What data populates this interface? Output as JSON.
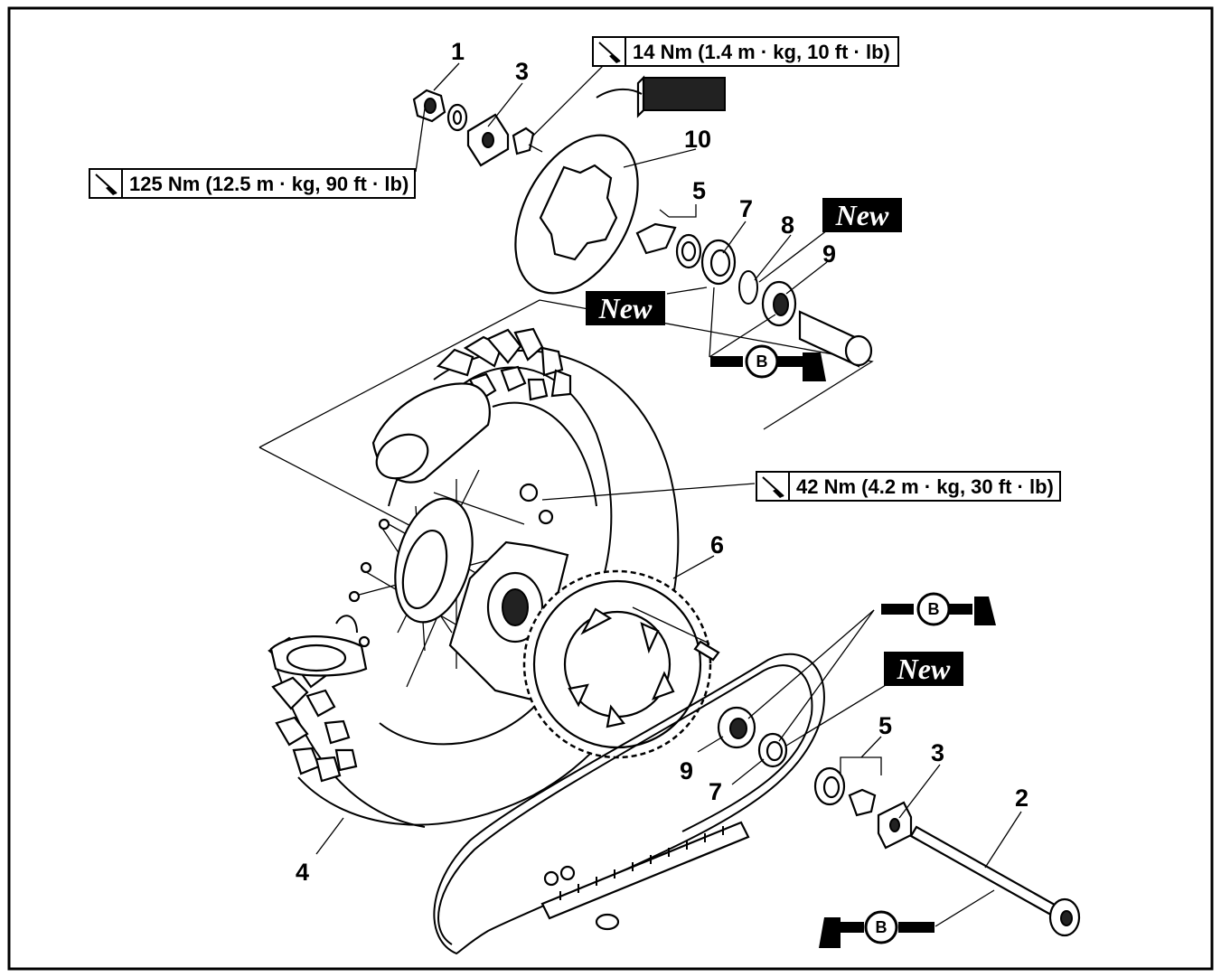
{
  "torque": {
    "t1": "14 Nm (1.4 m · kg, 10 ft · lb)",
    "t2": "125 Nm (12.5 m · kg, 90 ft · lb)",
    "t3": "42 Nm (4.2 m · kg, 30 ft · lb)"
  },
  "new_label": "New",
  "lubricant_label": "B",
  "part_numbers": {
    "nut": "1",
    "axle": "2",
    "adjuster_top": "3",
    "adjuster_bottom": "3",
    "tire": "4",
    "collar_top": "5",
    "collar_bottom": "5",
    "sprocket": "6",
    "oil_seal_top": "7",
    "oil_seal_bottom": "7",
    "circlip": "8",
    "bearing_top": "9",
    "bearing_bottom": "9",
    "brake_disc": "10"
  },
  "icons": {
    "torque": "torque-wrench-icon",
    "lubricant": "grease-gun-icon"
  }
}
